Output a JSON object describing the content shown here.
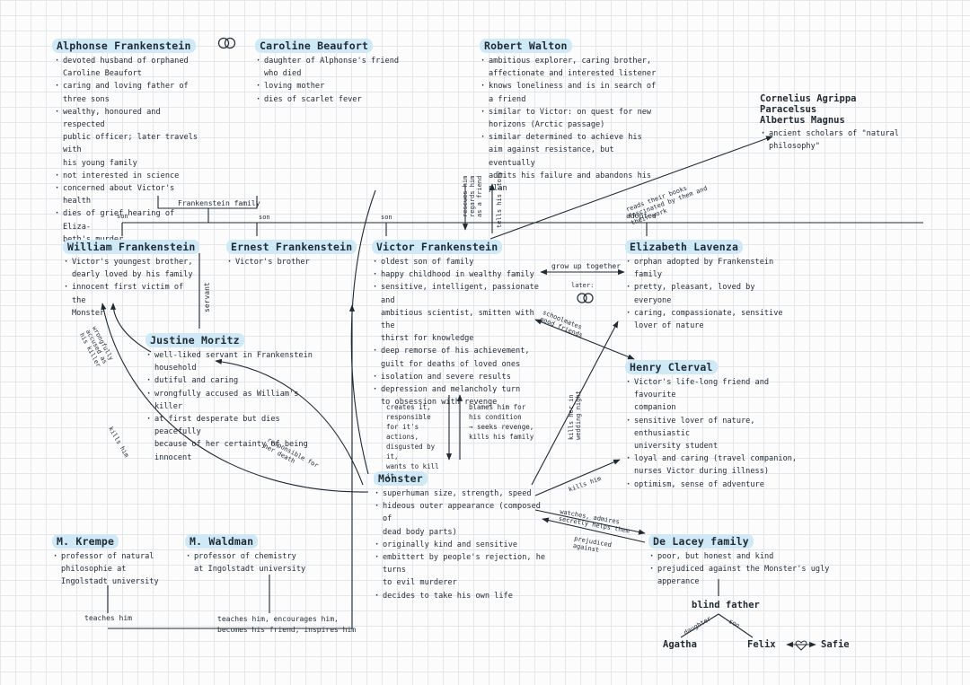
{
  "family_label": "Frankenstein family",
  "relations": {
    "son": "son",
    "servant": "servant",
    "adopted": "adopted",
    "later": "later:",
    "grow_up_together": "grow up together",
    "schoolmates_1": "schoolmates",
    "schoolmates_2": "good friends",
    "reads_books_1": "reads their books",
    "reads_books_2": "fascinated by them and",
    "reads_books_3": "their work",
    "rescues_1": "rescues him",
    "rescues_2": "regards him",
    "rescues_3": "as a friend",
    "tells_story": "tells his story",
    "wrongfully_1": "wrongfully",
    "wrongfully_2": "accused as",
    "wrongfully_3": "his killer",
    "kills_him_left": "kills him",
    "responsible_1": "responsible for",
    "responsible_2": "her death",
    "kills_wedding_1": "kills her in",
    "kills_wedding_2": "wedding night",
    "kills_him_right": "kills him",
    "watches_1": "watches, admires",
    "watches_2": "secretly helps them",
    "prejudiced_1": "prejudiced",
    "prejudiced_2": "against",
    "creates_it": [
      "creates it, responsible",
      "for it's actions,",
      "disgusted by it,",
      "wants to kill it"
    ],
    "blames_him": [
      "blames him for",
      "his condition",
      "→ seeks revenge,",
      "kills his family"
    ],
    "teaches_him": "teaches him",
    "teaches_waldman_1": "teaches him, encourages him,",
    "teaches_waldman_2": "becomes his friend, inspires him",
    "daughter": "daughter",
    "son_small": "son"
  },
  "alphonse": {
    "name": "Alphonse Frankenstein",
    "lines": [
      "devoted husband of orphaned",
      "Caroline Beaufort",
      "caring and loving father of",
      "three sons",
      "wealthy, honoured and respected",
      "public officer; later travels with",
      "his young family",
      "not interested in science",
      "concerned about Victor's health",
      "dies of grief hearing of Eliza-",
      "beth's murder"
    ]
  },
  "caroline": {
    "name": "Caroline Beaufort",
    "lines": [
      "daughter of Alphonse's friend",
      "who died",
      "loving mother",
      "dies of scarlet fever"
    ]
  },
  "walton": {
    "name": "Robert Walton",
    "lines": [
      "ambitious explorer, caring brother,",
      "affectionate and interested listener",
      "knows loneliness and is in search of",
      "a friend",
      "similar to Victor: on quest for new",
      "horizons (Arctic passage)",
      "similar determined to achieve his",
      "aim against resistance, but eventually",
      "admits his failure and abandons his plan"
    ]
  },
  "cornelius": {
    "names": [
      "Cornelius Agrippa",
      "Paracelsus",
      "Albertus Magnus"
    ],
    "lines": [
      "ancient scholars of \"natural",
      "philosophy\""
    ]
  },
  "william": {
    "name": "William Frankenstein",
    "lines": [
      "Victor's youngest brother,",
      "dearly loved by his family",
      "innocent first victim of the",
      "Monster"
    ]
  },
  "ernest": {
    "name": "Ernest Frankenstein",
    "lines": [
      "Victor's brother"
    ]
  },
  "victor": {
    "name": "Victor Frankenstein",
    "lines": [
      "oldest son of family",
      "happy childhood in wealthy family",
      "sensitive, intelligent, passionate and",
      "ambitious scientist, smitten with the",
      "thirst for knowledge",
      "deep remorse of his achievement,",
      "guilt for deaths of loved ones",
      "isolation and severe results",
      "depression and melancholy turn",
      "to obsession with revenge"
    ]
  },
  "elizabeth": {
    "name": "Elizabeth Lavenza",
    "lines": [
      "orphan adopted by Frankenstein",
      "family",
      "pretty, pleasant, loved by everyone",
      "caring, compassionate, sensitive",
      "lover of nature"
    ]
  },
  "justine": {
    "name": "Justine Moritz",
    "lines": [
      "well-liked servant in Frankenstein",
      "household",
      "dutiful and caring",
      "wrongfully accused as William's killer",
      "at first desperate but dies peacefully",
      "because of her certainty of being",
      "innocent"
    ]
  },
  "clerval": {
    "name": "Henry Clerval",
    "lines": [
      "Victor's life-long friend and favourite",
      "companion",
      "sensitive lover of nature, enthusiastic",
      "university student",
      "loyal and caring (travel companion,",
      "nurses Victor during illness)",
      "optimism, sense of adventure"
    ]
  },
  "monster": {
    "name": "Monster",
    "lines": [
      "superhuman size, strength, speed",
      "hideous outer appearance (composed of",
      "dead body parts)",
      "originally kind and sensitive",
      "embittert by people's rejection, he turns",
      "to evil murderer",
      "decides to take his own life"
    ]
  },
  "krempe": {
    "name": "M. Krempe",
    "lines": [
      "professor of natural",
      "philosophie at",
      "Ingolstadt university"
    ]
  },
  "waldman": {
    "name": "M. Waldman",
    "lines": [
      "professor of chemistry",
      "at Ingolstadt university"
    ]
  },
  "delacey": {
    "name": "De Lacey family",
    "lines": [
      "poor, but honest and kind",
      "prejudiced against the Monster's ugly apperance"
    ],
    "father": "blind father",
    "agatha": "Agatha",
    "felix": "Felix",
    "safie": "Safie"
  },
  "colors": {
    "highlight": "#cfe9f7",
    "ink": "#1f2a33",
    "grid": "#e3e6ea"
  }
}
